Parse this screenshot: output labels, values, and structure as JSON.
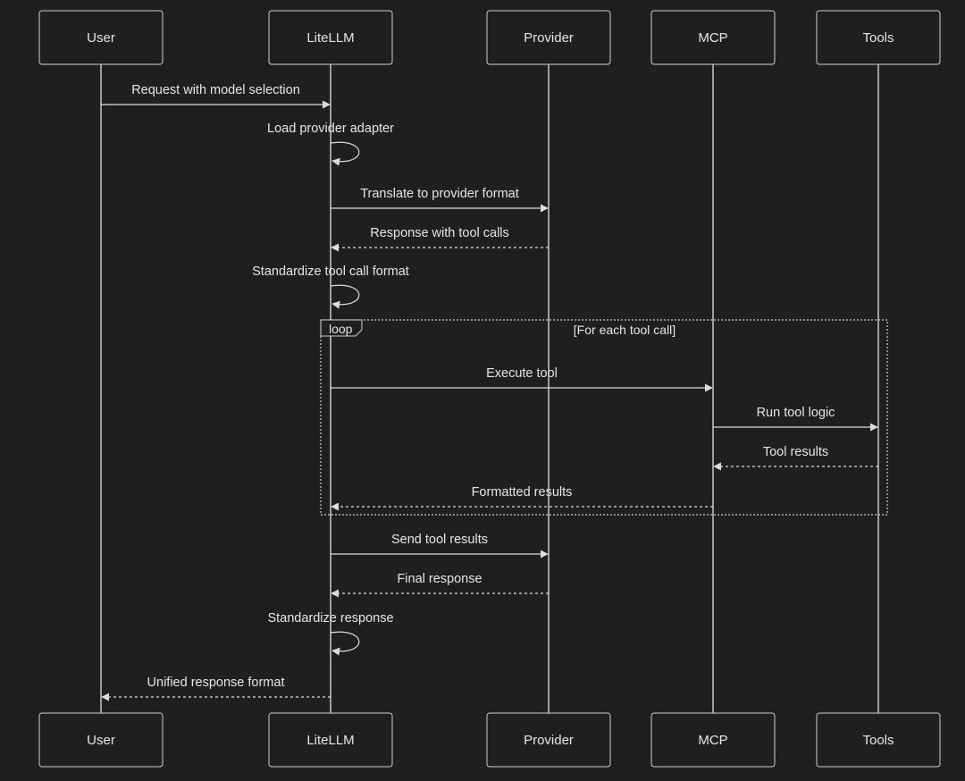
{
  "participants": [
    {
      "id": "user",
      "label": "User"
    },
    {
      "id": "litellm",
      "label": "LiteLLM"
    },
    {
      "id": "provider",
      "label": "Provider"
    },
    {
      "id": "mcp",
      "label": "MCP"
    },
    {
      "id": "tools",
      "label": "Tools"
    }
  ],
  "messages": [
    {
      "from": "user",
      "to": "litellm",
      "label": "Request with model selection",
      "style": "solid"
    },
    {
      "from": "litellm",
      "to": "litellm",
      "label": "Load provider adapter",
      "style": "solid"
    },
    {
      "from": "litellm",
      "to": "provider",
      "label": "Translate to provider format",
      "style": "solid"
    },
    {
      "from": "provider",
      "to": "litellm",
      "label": "Response with tool calls",
      "style": "dashed"
    },
    {
      "from": "litellm",
      "to": "litellm",
      "label": "Standardize tool call format",
      "style": "solid"
    },
    {
      "from": "litellm",
      "to": "mcp",
      "label": "Execute tool",
      "style": "solid"
    },
    {
      "from": "mcp",
      "to": "tools",
      "label": "Run tool logic",
      "style": "solid"
    },
    {
      "from": "tools",
      "to": "mcp",
      "label": "Tool results",
      "style": "dashed"
    },
    {
      "from": "mcp",
      "to": "litellm",
      "label": "Formatted results",
      "style": "dashed"
    },
    {
      "from": "litellm",
      "to": "provider",
      "label": "Send tool results",
      "style": "solid"
    },
    {
      "from": "provider",
      "to": "litellm",
      "label": "Final response",
      "style": "dashed"
    },
    {
      "from": "litellm",
      "to": "litellm",
      "label": "Standardize response",
      "style": "solid"
    },
    {
      "from": "litellm",
      "to": "user",
      "label": "Unified response format",
      "style": "dashed"
    }
  ],
  "loop": {
    "label": "loop",
    "condition": "[For each tool call]",
    "first_message": 5,
    "last_message": 8
  },
  "colors": {
    "background": "#1f1f1f",
    "line": "#dcdcdc",
    "text": "#e6e6e6"
  }
}
